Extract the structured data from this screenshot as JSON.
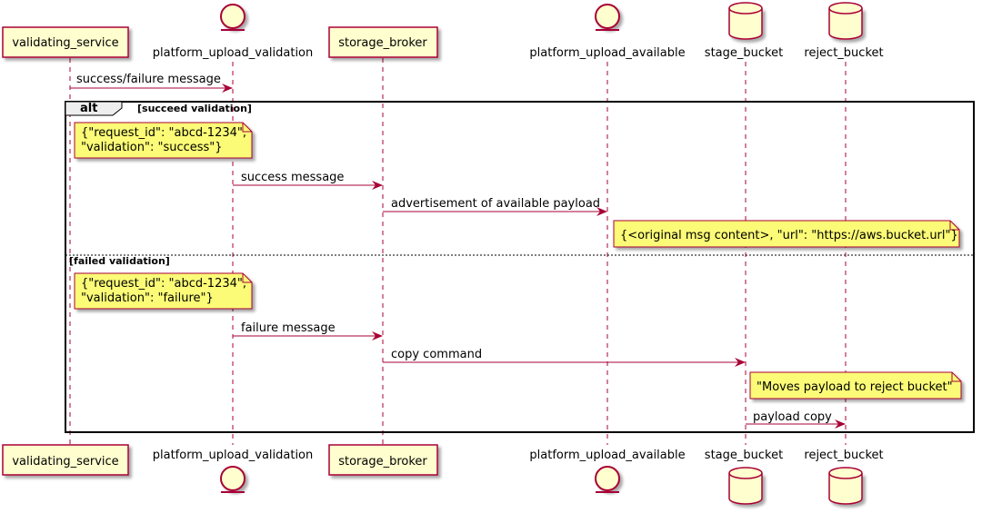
{
  "participants": {
    "validating_service": {
      "name": "validating_service",
      "kind": "participant"
    },
    "platform_upload_validation": {
      "name": "platform_upload_validation",
      "kind": "entity"
    },
    "storage_broker": {
      "name": "storage_broker",
      "kind": "participant"
    },
    "platform_upload_available": {
      "name": "platform_upload_available",
      "kind": "entity"
    },
    "stage_bucket": {
      "name": "stage_bucket",
      "kind": "database"
    },
    "reject_bucket": {
      "name": "reject_bucket",
      "kind": "database"
    }
  },
  "messages": {
    "m1": "success/failure message",
    "m2": "success message",
    "m3": "advertisement of available payload",
    "m4": "failure message",
    "m5": "copy command",
    "m6": "payload copy"
  },
  "alt": {
    "keyword": "alt",
    "guard1": "[succeed validation]",
    "guard2": "[failed validation]"
  },
  "notes": {
    "n1_line1": "{\"request_id\": \"abcd-1234\",",
    "n1_line2": "\"validation\": \"success\"}",
    "n2": "{<original msg content>, \"url\": \"https://aws.bucket.url\"}",
    "n3_line1": "{\"request_id\": \"abcd-1234\",",
    "n3_line2": "\"validation\": \"failure\"}",
    "n4": "\"Moves payload to reject bucket\""
  },
  "colors": {
    "participant_fill": "#FEFECE",
    "participant_border": "#A80036",
    "note_fill": "#FBFB77",
    "note_border": "#A80036",
    "arrow": "#A80036"
  }
}
